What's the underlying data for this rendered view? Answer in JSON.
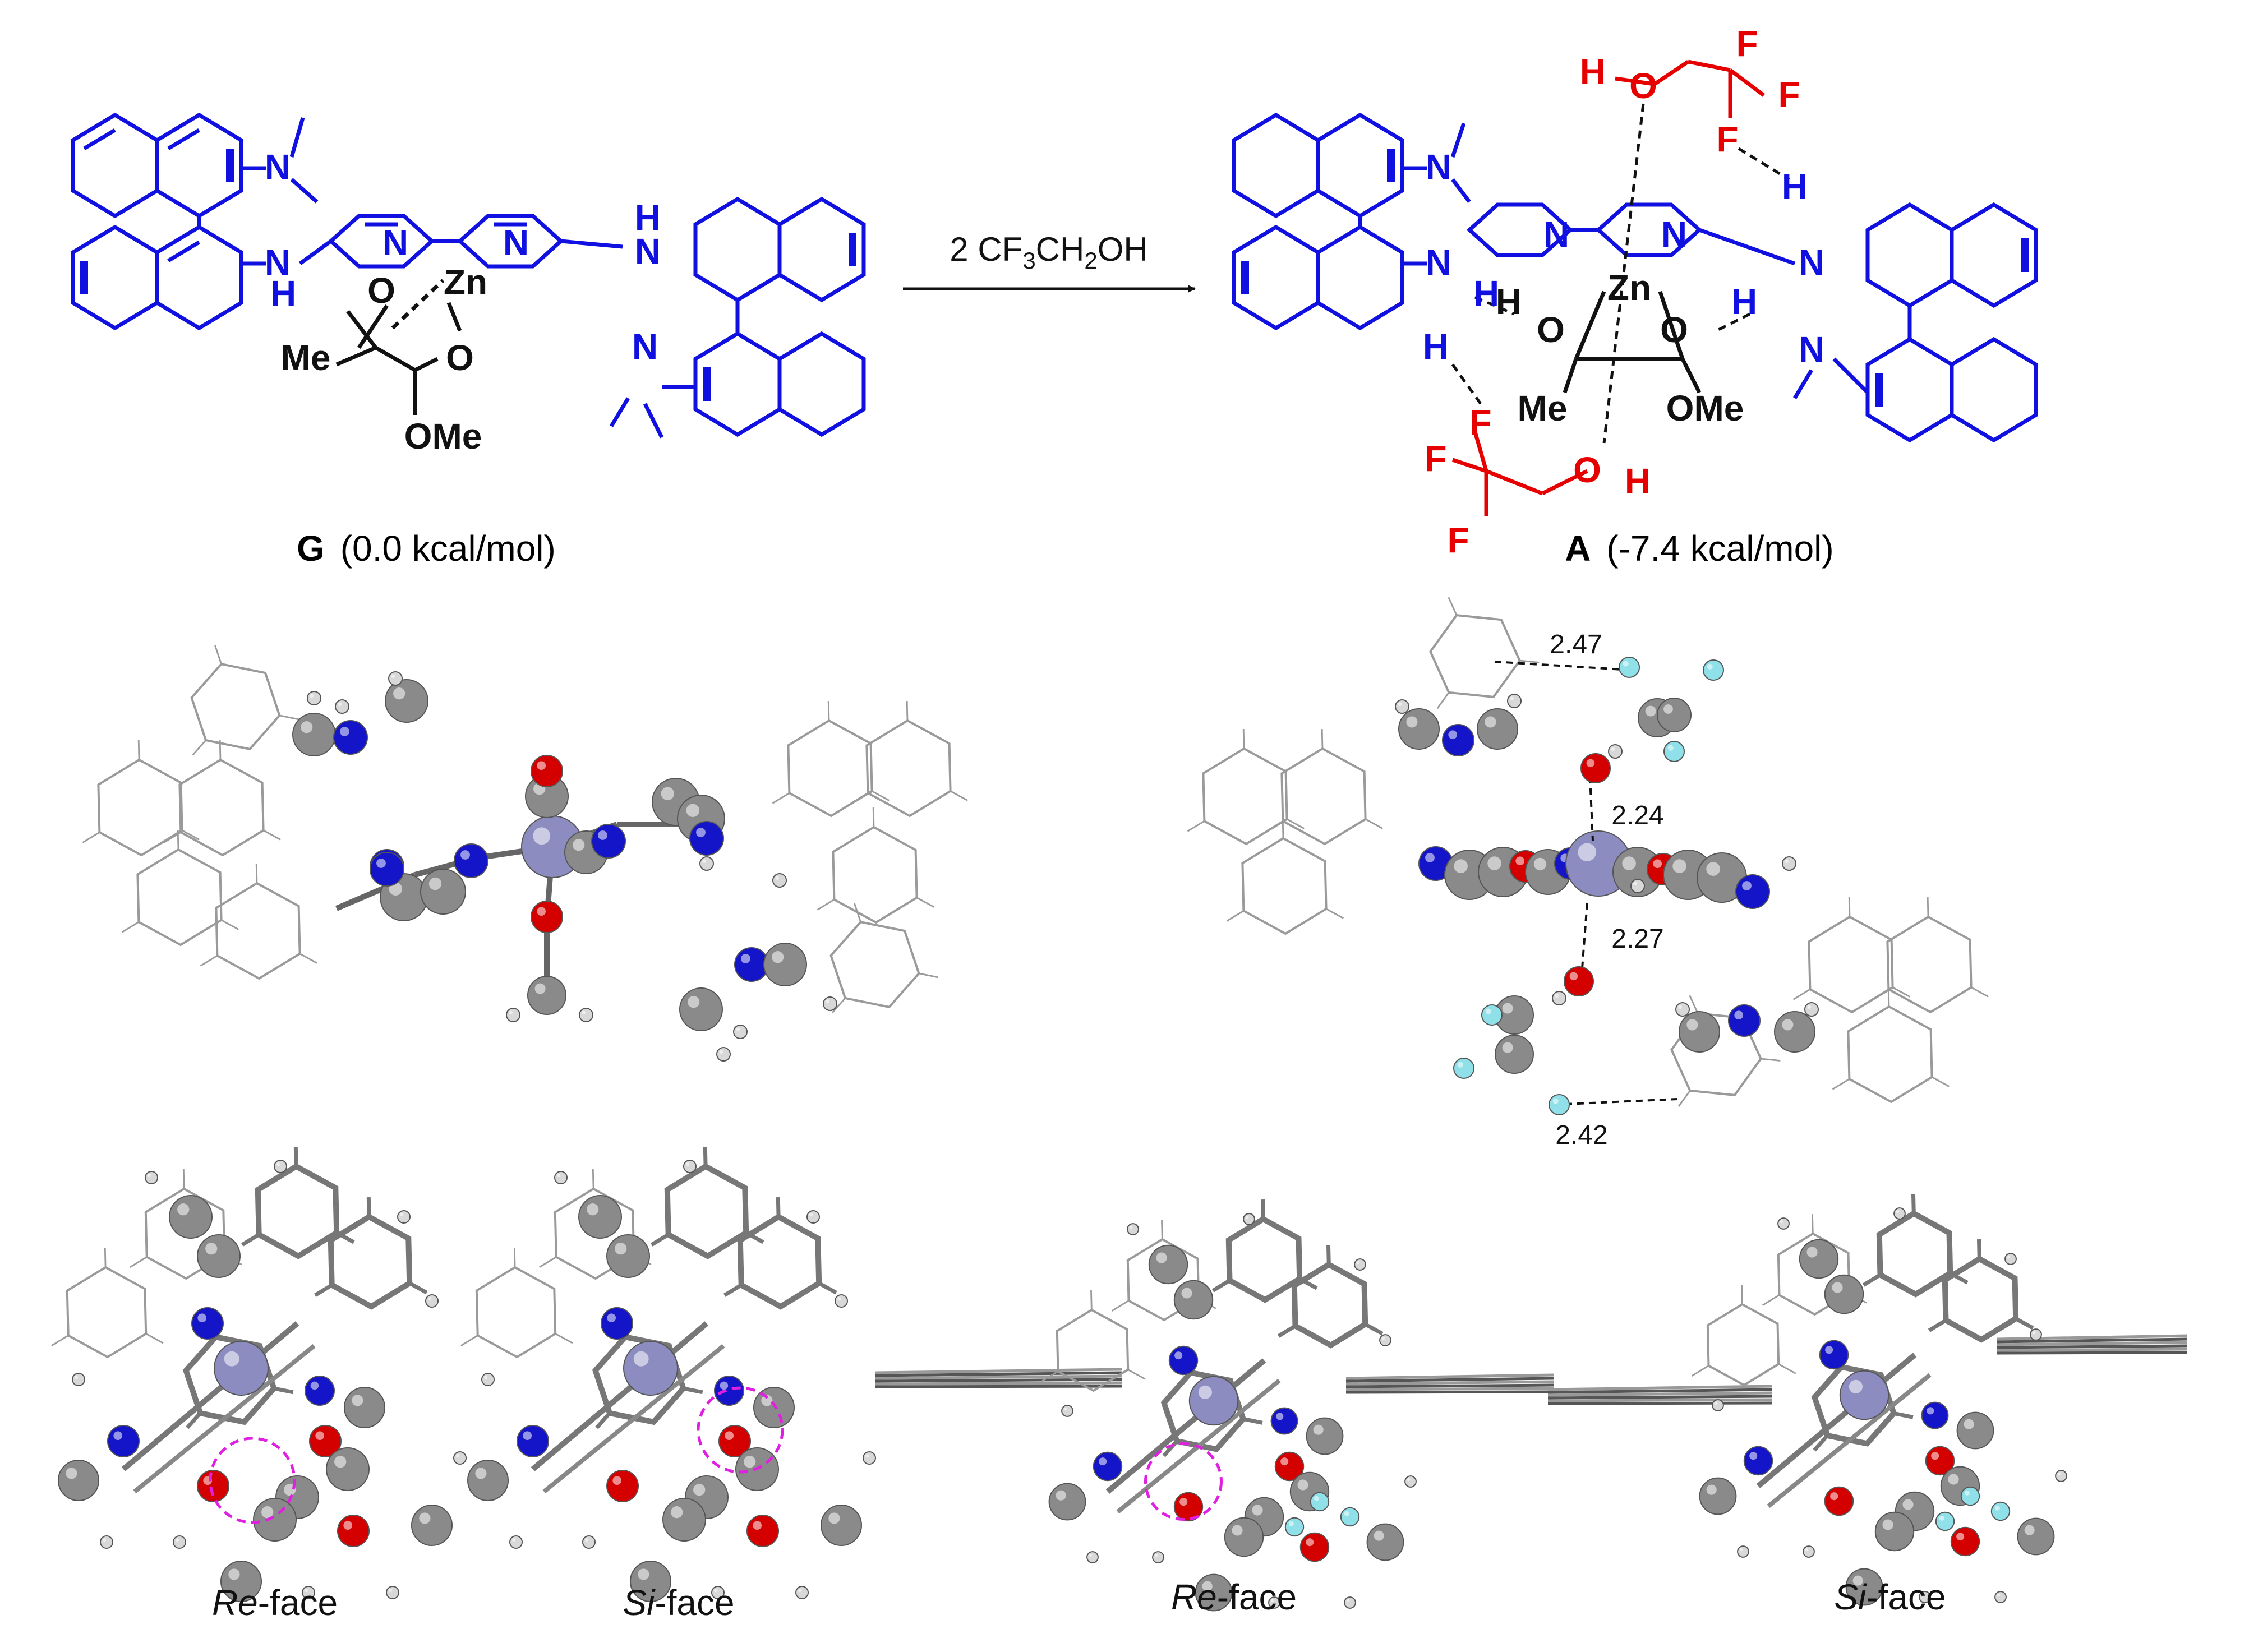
{
  "scheme": {
    "arrow_label": {
      "pre": "2 CF",
      "sub1": "3",
      "mid": "CH",
      "sub2": "2",
      "post": "OH"
    },
    "left": {
      "id": "G",
      "energy": "(0.0 kcal/mol)",
      "labels": {
        "zn": "Zn",
        "n": "N",
        "h": "H",
        "o": "O",
        "me": "Me",
        "ome": "OMe"
      }
    },
    "right": {
      "id": "A",
      "energy": "(-7.4 kcal/mol)",
      "labels": {
        "zn": "Zn",
        "n": "N",
        "h": "H",
        "o": "O",
        "f": "F",
        "me": "Me",
        "ome": "OMe"
      }
    }
  },
  "distances": {
    "d1": "2.47",
    "d2": "2.24",
    "d3": "2.27",
    "d4": "2.42"
  },
  "face_labels": {
    "p1": {
      "ital": "Re",
      "rest": "-face"
    },
    "p2": {
      "ital": "Si",
      "rest": "-face"
    },
    "p3": {
      "ital": "Re",
      "rest": "-face"
    },
    "p4": {
      "ital": "Si",
      "rest": "-face"
    }
  },
  "colors": {
    "ligand": "#1010e0",
    "solvent": "#e60000",
    "black": "#111111",
    "atom_c": "#8a8a8a",
    "atom_n": "#1414c8",
    "atom_o": "#d40000",
    "atom_zn": "#8c8cc0",
    "atom_f": "#8fe0e8",
    "atom_h": "#d8d8d8",
    "wire": "#9a9a9a",
    "highlight": "#e020e0"
  }
}
